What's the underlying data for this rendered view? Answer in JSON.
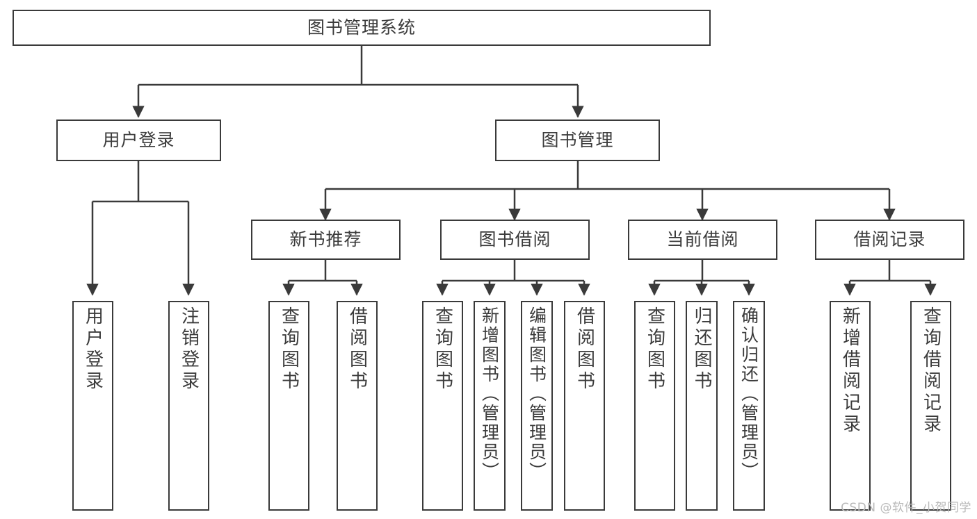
{
  "diagram": {
    "title": "图书管理系统",
    "type": "tree-hierarchy-chart",
    "watermark": "CSDN @软件_小贺同学",
    "colors": {
      "stroke": "#3a3a3a",
      "text": "#3b3b3b",
      "background": "#ffffff",
      "watermark": "#b9b9b9"
    }
  },
  "root": {
    "label": "图书管理系统"
  },
  "level2": [
    {
      "label": "用户登录"
    },
    {
      "label": "图书管理"
    }
  ],
  "level3": [
    {
      "label": "新书推荐"
    },
    {
      "label": "图书借阅"
    },
    {
      "label": "当前借阅"
    },
    {
      "label": "借阅记录"
    }
  ],
  "leaves": {
    "user_login": [
      {
        "label": "用户登录"
      },
      {
        "label": "注销登录"
      }
    ],
    "new_book_recommend": [
      {
        "label": "查询图书"
      },
      {
        "label": "借阅图书"
      }
    ],
    "book_borrow": [
      {
        "label": "查询图书"
      },
      {
        "label": "新增图书（管理员）"
      },
      {
        "label": "编辑图书（管理员）"
      },
      {
        "label": "借阅图书"
      }
    ],
    "current_borrow": [
      {
        "label": "查询图书"
      },
      {
        "label": "归还图书"
      },
      {
        "label": "确认归还（管理员）"
      }
    ],
    "borrow_record": [
      {
        "label": "新增借阅记录"
      },
      {
        "label": "查询借阅记录"
      }
    ]
  }
}
